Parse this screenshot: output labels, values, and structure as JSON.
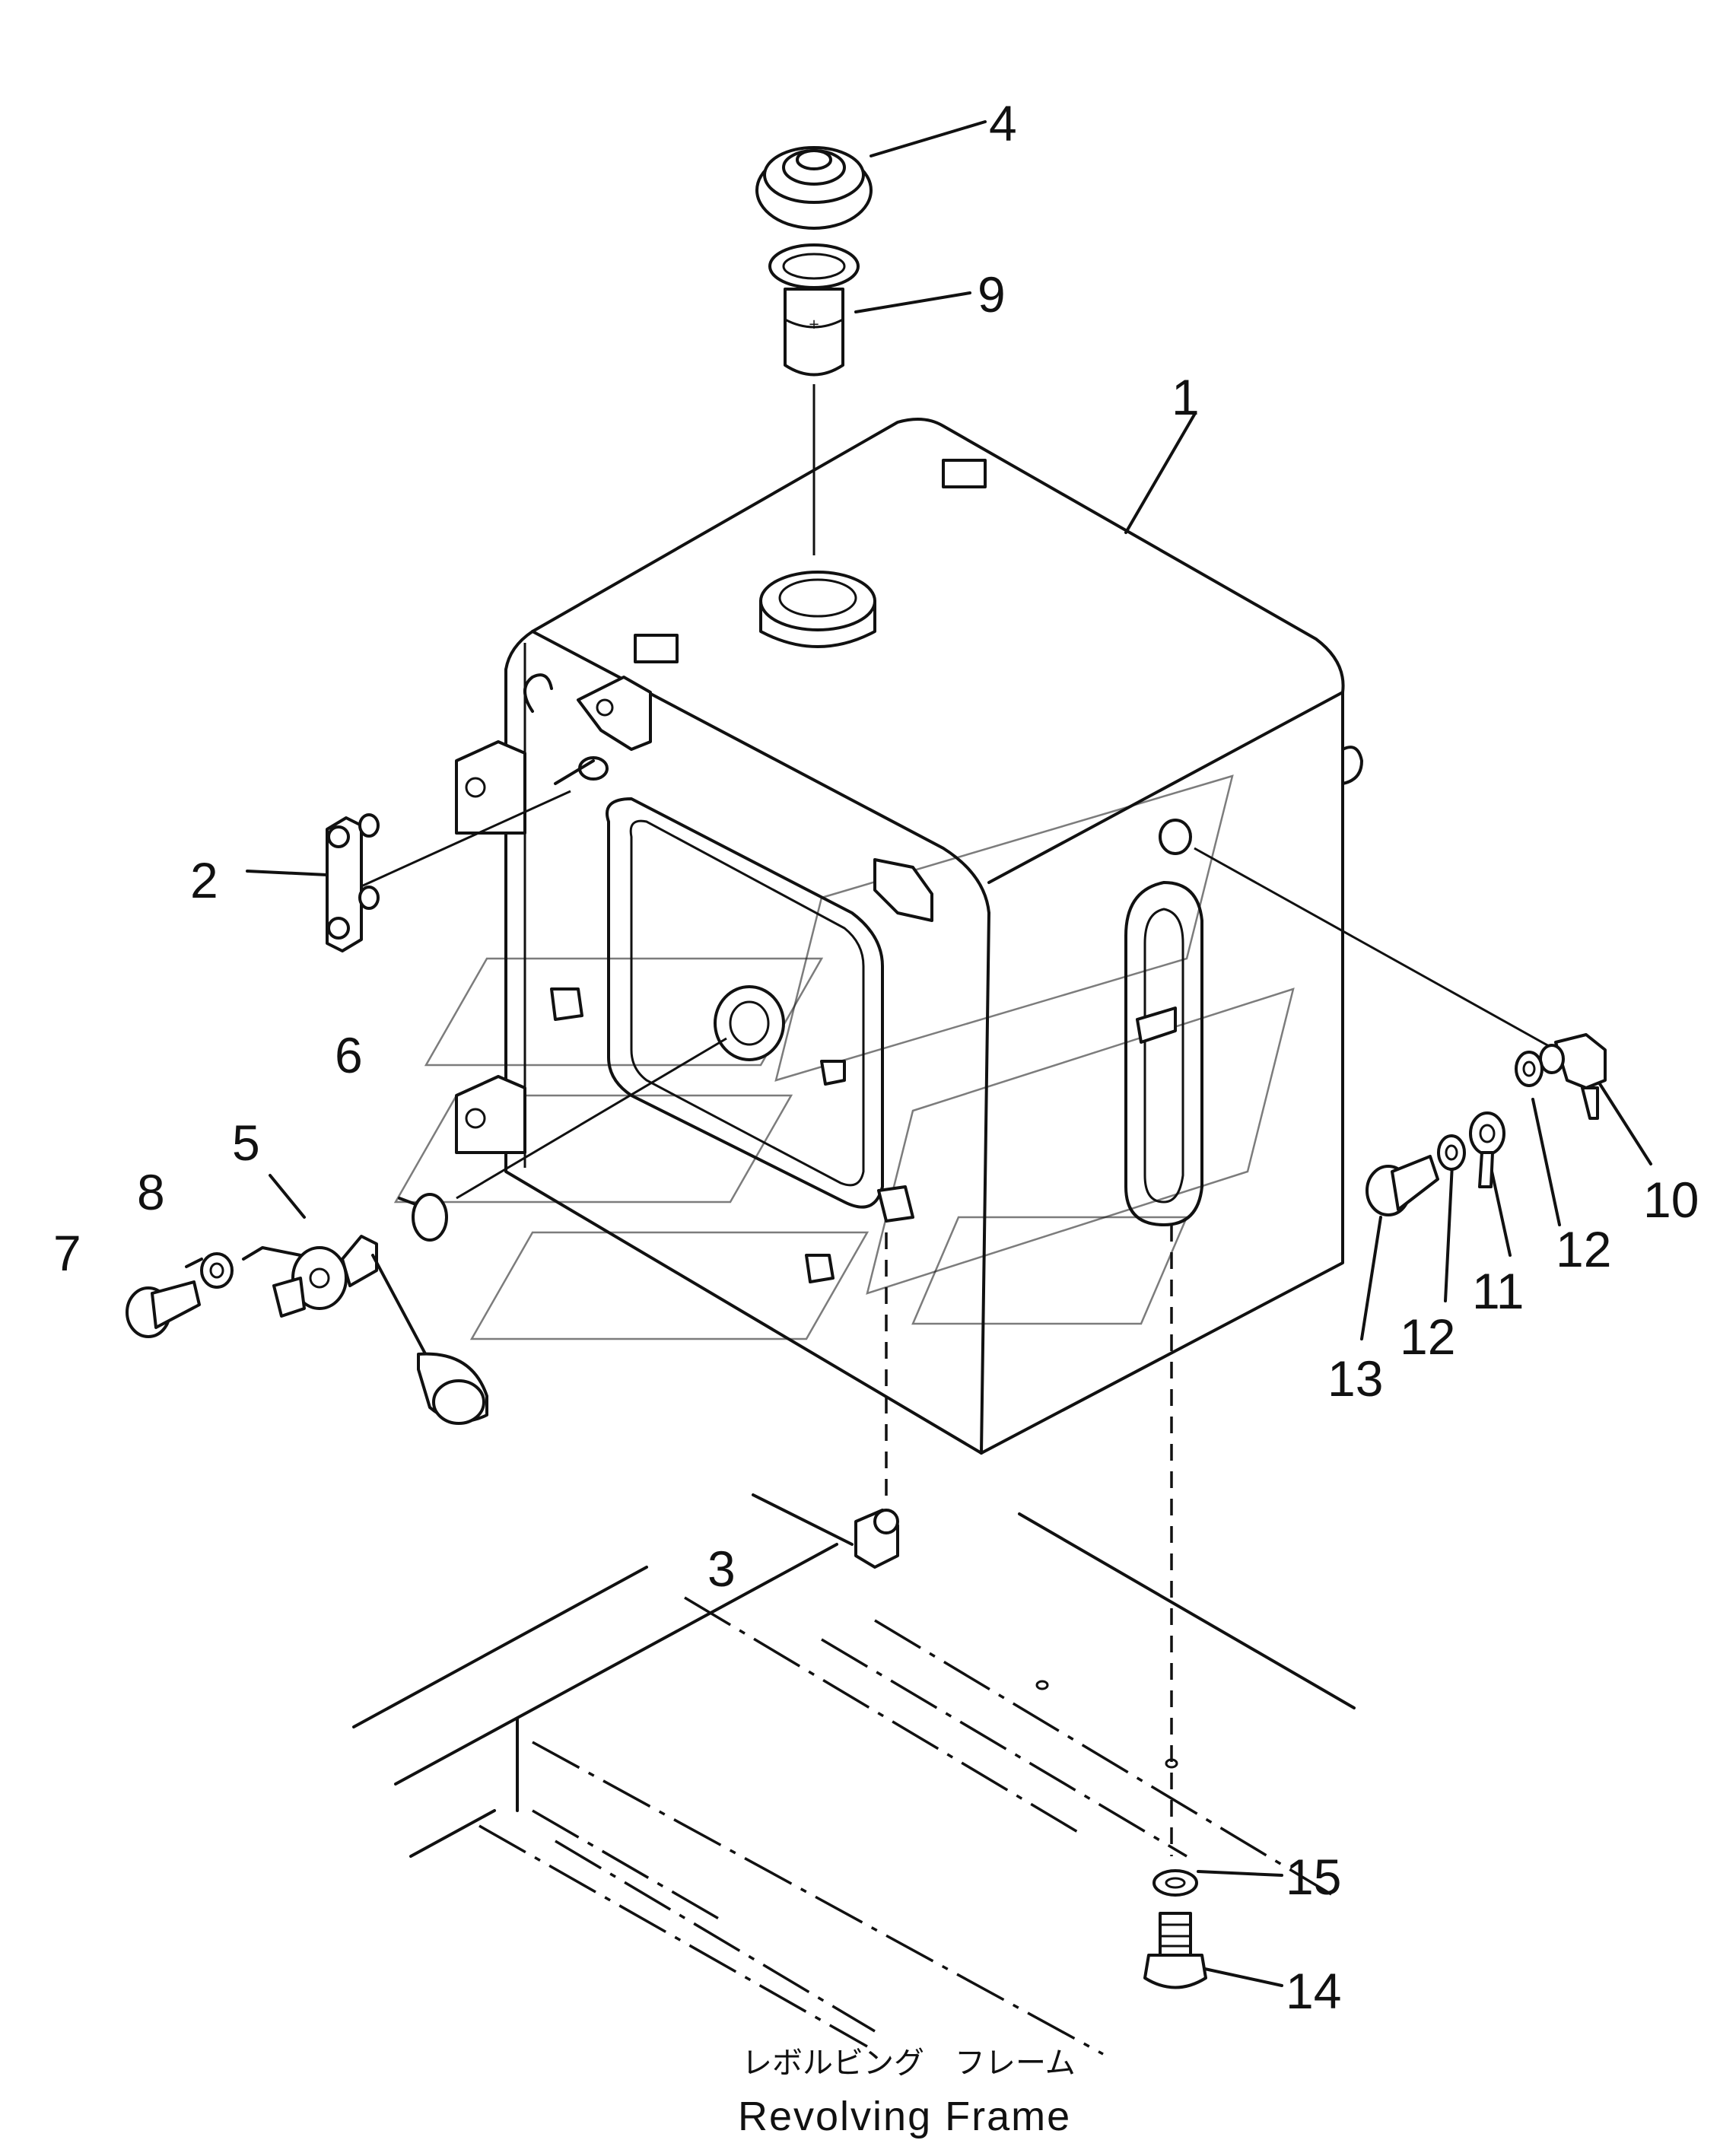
{
  "callouts": [
    {
      "id": "4",
      "text": "4"
    },
    {
      "id": "9",
      "text": "9"
    },
    {
      "id": "1",
      "text": "1"
    },
    {
      "id": "2",
      "text": "2"
    },
    {
      "id": "6",
      "text": "6"
    },
    {
      "id": "5",
      "text": "5"
    },
    {
      "id": "8",
      "text": "8"
    },
    {
      "id": "7",
      "text": "7"
    },
    {
      "id": "3",
      "text": "3"
    },
    {
      "id": "10",
      "text": "10"
    },
    {
      "id": "12a",
      "text": "12"
    },
    {
      "id": "11",
      "text": "11"
    },
    {
      "id": "12b",
      "text": "12"
    },
    {
      "id": "13",
      "text": "13"
    },
    {
      "id": "15",
      "text": "15"
    },
    {
      "id": "14",
      "text": "14"
    }
  ],
  "caption": {
    "japanese": "レボルビング　フレーム",
    "english": "Revolving  Frame"
  }
}
